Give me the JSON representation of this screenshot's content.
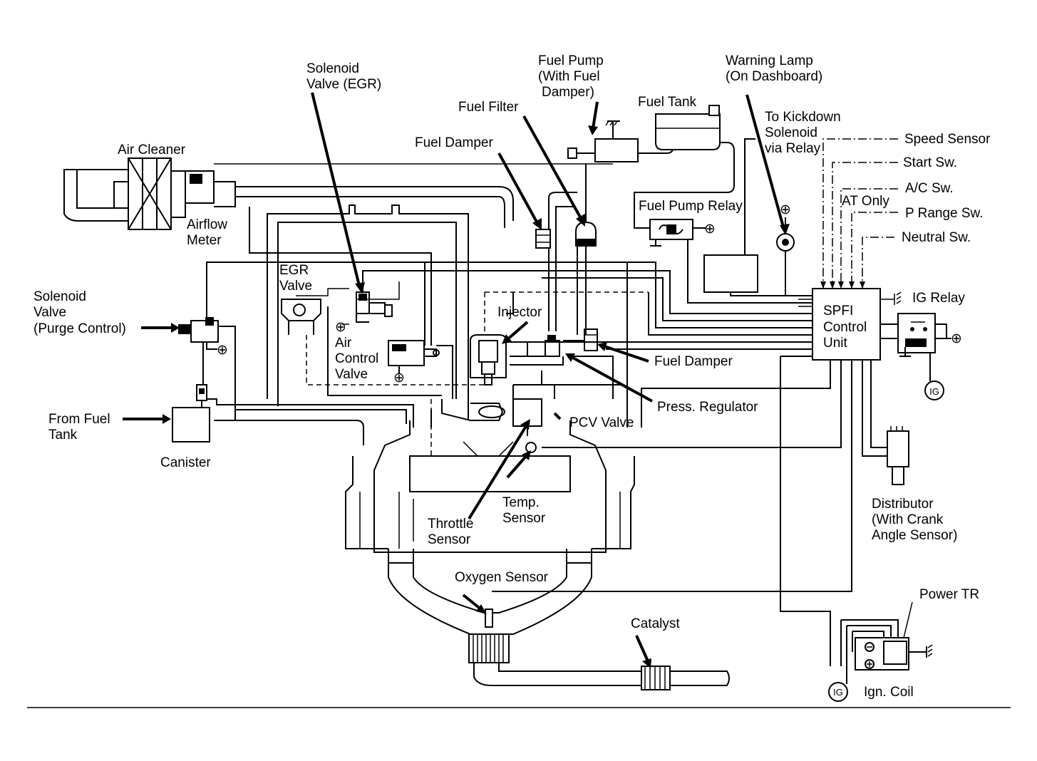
{
  "labels": {
    "solenoid_egr": [
      "Solenoid",
      "Valve (EGR)"
    ],
    "fuel_pump": [
      "Fuel Pump",
      "(With Fuel",
      "Damper)"
    ],
    "warning_lamp": [
      "Warning Lamp",
      "(On Dashboard)"
    ],
    "fuel_filter": "Fuel Filter",
    "fuel_tank": "Fuel Tank",
    "kickdown": [
      "To Kickdown",
      "Solenoid",
      "via Relay"
    ],
    "air_cleaner": "Air Cleaner",
    "fuel_damper_top": "Fuel Damper",
    "speed_sensor": "Speed Sensor",
    "start_sw": "Start Sw.",
    "ac_sw": "A/C Sw.",
    "at_only": "AT Only",
    "p_range_sw": "P Range Sw.",
    "neutral_sw": "Neutral Sw.",
    "fuel_pump_relay": "Fuel Pump Relay",
    "airflow_meter": [
      "Airflow",
      "Meter"
    ],
    "egr_valve": [
      "EGR",
      "Valve"
    ],
    "solenoid_purge": [
      "Solenoid",
      "Valve",
      "(Purge Control)"
    ],
    "injector": "Injector",
    "ig_relay": "IG Relay",
    "spfi": [
      "SPFI",
      "Control",
      "Unit"
    ],
    "air_control_valve": [
      "Air",
      "Control",
      "Valve"
    ],
    "fuel_damper_right": "Fuel Damper",
    "press_regulator": "Press. Regulator",
    "from_fuel_tank": [
      "From Fuel",
      "Tank"
    ],
    "pcv_valve": "PCV Valve",
    "canister": "Canister",
    "ig": "IG",
    "distributor": [
      "Distributor",
      "(With Crank",
      "Angle Sensor)"
    ],
    "throttle_sensor": [
      "Throttle",
      "Sensor"
    ],
    "temp_sensor": [
      "Temp.",
      "Sensor"
    ],
    "oxygen_sensor": "Oxygen Sensor",
    "power_tr": "Power TR",
    "catalyst": "Catalyst",
    "ign_coil": "Ign. Coil"
  },
  "colors": {
    "ink": "#000000",
    "paper": "#ffffff"
  }
}
